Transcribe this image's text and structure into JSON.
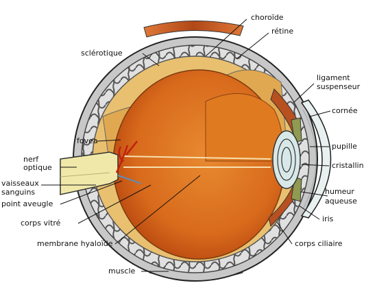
{
  "labels": {
    "choroide": "choroïde",
    "retine": "rétine",
    "sclerotique": "sclérotique",
    "ligament": "ligament",
    "suspenseur": "suspenseur",
    "cornee": "cornée",
    "fovea": "fovea",
    "pupille": "pupille",
    "nerf": "nerf",
    "optique": "optique",
    "cristallin": "cristallin",
    "vaisseaux": "vaisseaux",
    "sanguins": "sanguins",
    "humeur": "humeur",
    "aqueuse": "aqueuse",
    "point_aveugle": "point aveugle",
    "iris": "iris",
    "corps_vitre": "corps vitré",
    "membrane_hyaloide": "membrane hyaloïde",
    "corps_ciliaire": "corps ciliaire",
    "muscle": "muscle"
  },
  "colors": {
    "sclera": "#c8c8c8",
    "choroid_mesh": "#707070",
    "retina": "#e8c070",
    "vitreous": "#e07a20",
    "vitreous_dark": "#c04810",
    "muscle": "#c86028",
    "nerve": "#f0e8a8",
    "lens": "#d8e8e8",
    "vessel": "#c02010",
    "line": "#111111"
  }
}
